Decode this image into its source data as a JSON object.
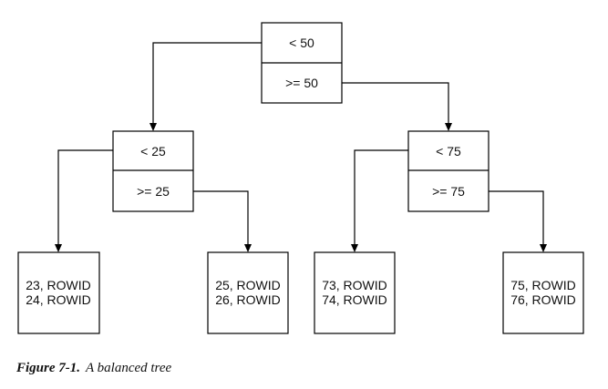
{
  "diagram": {
    "root": {
      "top_label": "< 50",
      "bottom_label": ">= 50"
    },
    "left_branch": {
      "top_label": "< 25",
      "bottom_label": ">= 25"
    },
    "right_branch": {
      "top_label": "< 75",
      "bottom_label": ">= 75"
    },
    "leaves": [
      {
        "line1": "23, ROWID",
        "line2": "24, ROWID"
      },
      {
        "line1": "25, ROWID",
        "line2": "26, ROWID"
      },
      {
        "line1": "73, ROWID",
        "line2": "74, ROWID"
      },
      {
        "line1": "75, ROWID",
        "line2": "76, ROWID"
      }
    ]
  },
  "caption": {
    "label": "Figure 7-1.",
    "text": "A balanced tree"
  },
  "colors": {
    "line": "#000000",
    "background": "#ffffff"
  }
}
